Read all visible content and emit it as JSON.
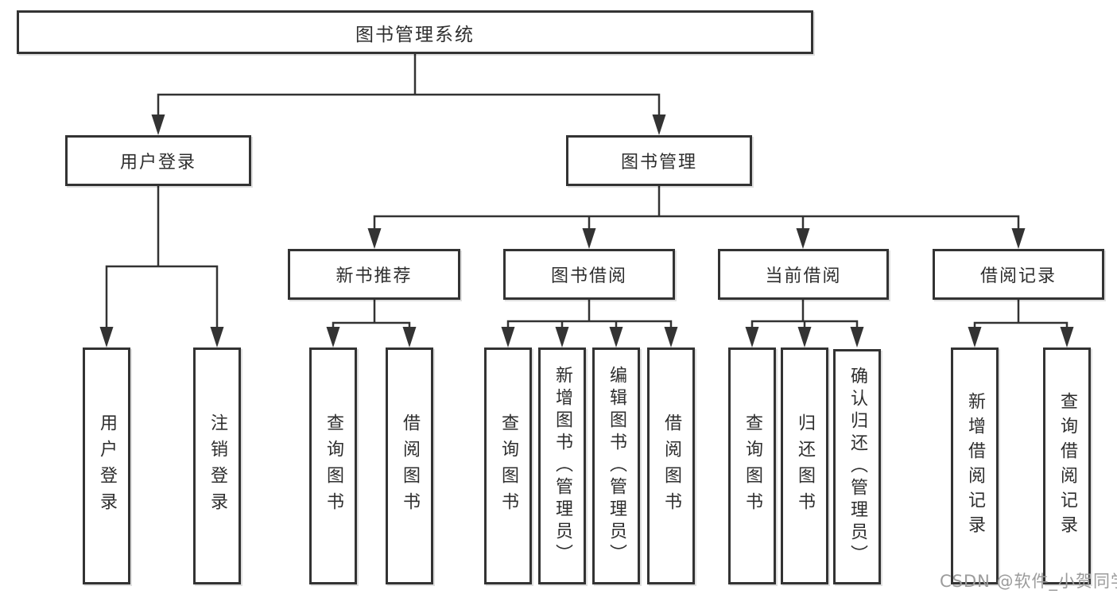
{
  "diagram": {
    "root": {
      "label": "图书管理系统"
    },
    "level2": [
      {
        "id": "user-login",
        "label": "用户登录"
      },
      {
        "id": "book-management",
        "label": "图书管理"
      }
    ],
    "level3": [
      {
        "id": "new-book-recommendation",
        "label": "新书推荐",
        "parent": "book-management"
      },
      {
        "id": "book-borrowing",
        "label": "图书借阅",
        "parent": "book-management"
      },
      {
        "id": "current-borrowing",
        "label": "当前借阅",
        "parent": "book-management"
      },
      {
        "id": "borrowing-records",
        "label": "借阅记录",
        "parent": "book-management"
      }
    ],
    "level4": [
      {
        "label": "用户登录",
        "parent": "user-login"
      },
      {
        "label": "注销登录",
        "parent": "user-login"
      },
      {
        "label": "查询图书",
        "parent": "new-book-recommendation"
      },
      {
        "label": "借阅图书",
        "parent": "new-book-recommendation"
      },
      {
        "label": "查询图书",
        "parent": "book-borrowing"
      },
      {
        "label": "新增图书（管理员）",
        "parent": "book-borrowing"
      },
      {
        "label": "编辑图书（管理员）",
        "parent": "book-borrowing"
      },
      {
        "label": "借阅图书",
        "parent": "book-borrowing"
      },
      {
        "label": "查询图书",
        "parent": "current-borrowing"
      },
      {
        "label": "归还图书",
        "parent": "current-borrowing"
      },
      {
        "label": "确认归还（管理员）",
        "parent": "current-borrowing"
      },
      {
        "label": "新增借阅记录",
        "parent": "borrowing-records"
      },
      {
        "label": "查询借阅记录",
        "parent": "borrowing-records"
      }
    ]
  },
  "watermark": {
    "text": "CSDN @软件_小贺同学"
  },
  "colors": {
    "line": "#333333",
    "box_border": "#333333",
    "box_background": "#ffffff",
    "text": "#2e2e2e",
    "watermark": "#9b9b9b",
    "background": "#ffffff"
  }
}
